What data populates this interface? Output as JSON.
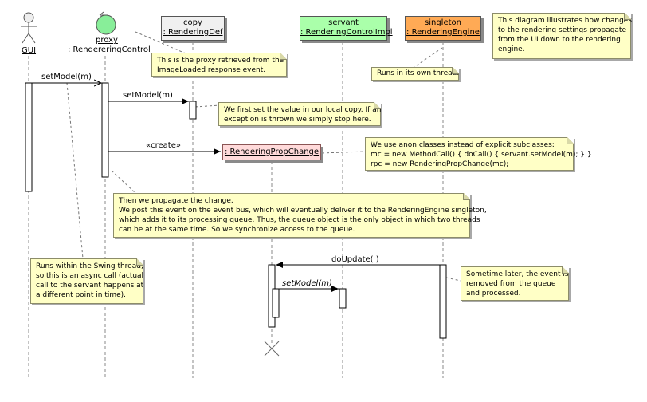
{
  "lifelines": {
    "gui": {
      "name": "GUI"
    },
    "proxy": {
      "name": "proxy",
      "type": ": RendereringControl"
    },
    "copy": {
      "name": "copy",
      "type": ": RenderingDef"
    },
    "servant": {
      "name": "servant",
      "type": ": RenderingControlImpl"
    },
    "singleton": {
      "name": "singleton",
      "type": ": RenderingEngine"
    }
  },
  "objects": {
    "prop_change": ": RenderingPropChange"
  },
  "messages": {
    "m1": "setModel(m)",
    "m2": "setModel(m)",
    "m3": "«create»",
    "m4": "doUpdate( )",
    "m5": "setModel(m)"
  },
  "notes": {
    "intro": [
      "This diagram illustrates how changes",
      "to the rendering settings propagate",
      "from the UI down to the rendering",
      "engine."
    ],
    "proxy": [
      "This is the proxy retrieved from the",
      "ImageLoaded response event."
    ],
    "thread": [
      "Runs in its own thread."
    ],
    "copy": [
      "We first set the value in our local copy. If an",
      "exception is thrown we simply stop here."
    ],
    "anon": [
      "We use anon classes instead of explicit subclasses:",
      "mc = new MethodCall() { doCall() { servant.setModel(m); } }",
      "rpc = new RenderingPropChange(mc);"
    ],
    "propagate": [
      "Then we propagate the change.",
      "We post this event on the event bus, which will eventually deliver it to the RenderingEngine singleton,",
      "which adds it to its processing queue. Thus, the queue object is the only object in which two threads",
      "can be at the same time. So we synchronize access to the queue."
    ],
    "swing": [
      "Runs within the Swing thread,",
      "so this is an async call (actual",
      "call to the servant happens at",
      "a different point in time)."
    ],
    "later": [
      "Sometime later, the event is",
      "removed from the queue",
      "and processed."
    ]
  },
  "colors": {
    "copy_head": "#f0f0f0",
    "servant_head": "#aaffaa",
    "singleton_head": "#ffaa55",
    "proxy_circle": "#88ee99",
    "prop_change": "#ffdada",
    "note": "#ffffc6"
  }
}
